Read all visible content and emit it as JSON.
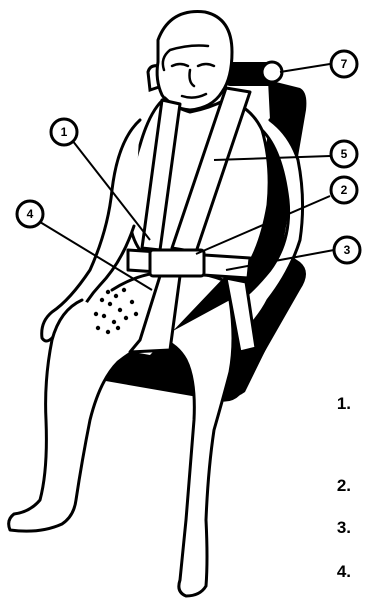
{
  "callouts": [
    {
      "id": "1",
      "label": "1"
    },
    {
      "id": "2",
      "label": "2"
    },
    {
      "id": "3",
      "label": "3"
    },
    {
      "id": "4",
      "label": "4"
    },
    {
      "id": "5",
      "label": "5"
    },
    {
      "id": "7",
      "label": "7"
    }
  ],
  "legend": [
    "1.",
    "2.",
    "3.",
    "4."
  ],
  "colors": {
    "ink": "#000000",
    "paper": "#ffffff"
  }
}
